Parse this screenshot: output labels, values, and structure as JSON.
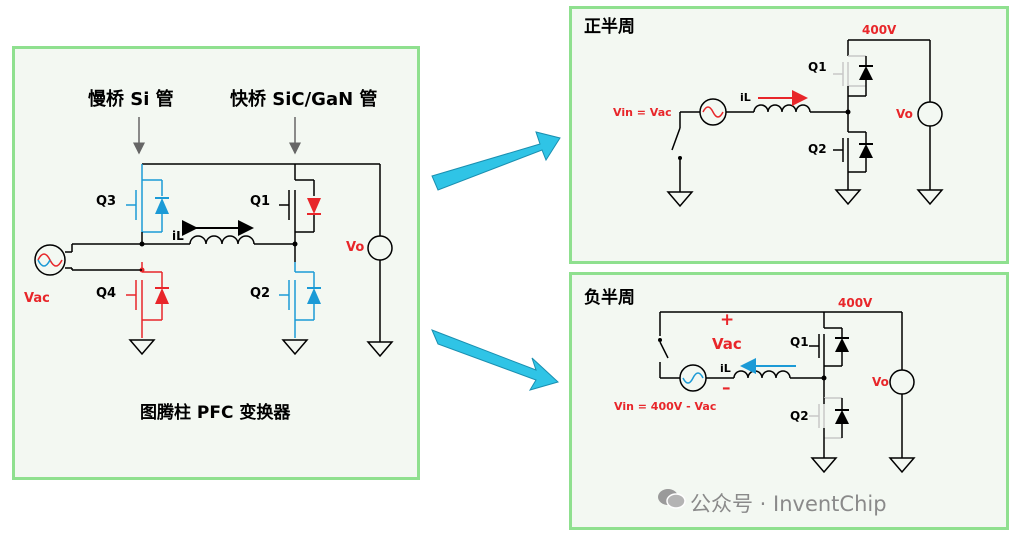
{
  "left_panel": {
    "slow_bridge_label": "慢桥 Si 管",
    "fast_bridge_label": "快桥 SiC/GaN 管",
    "q1": "Q1",
    "q2": "Q2",
    "q3": "Q3",
    "q4": "Q4",
    "inductor_label": "iL",
    "source_label": "Vac",
    "output_label": "Vo",
    "caption": "图腾柱 PFC 变换器"
  },
  "positive_panel": {
    "title": "正半周",
    "bus_voltage": "400V",
    "q1": "Q1",
    "q2": "Q2",
    "inductor_label": "iL",
    "vin_label": "Vin = Vac",
    "output_label": "Vo"
  },
  "negative_panel": {
    "title": "负半周",
    "bus_voltage": "400V",
    "q1": "Q1",
    "q2": "Q2",
    "inductor_label": "iL",
    "plus_sign": "+",
    "minus_sign": "–",
    "vac_label": "Vac",
    "vin_label": "Vin = 400V - Vac",
    "output_label": "Vo"
  },
  "watermark": "公众号 · InventChip",
  "colors": {
    "panel_border": "#8fe08f",
    "panel_fill": "#f3f8f2",
    "blue_device": "#1b9ad6",
    "red_device": "#e8262a",
    "grey_device": "#c8c8c8",
    "flow_arrow": "#2fc4e6"
  }
}
